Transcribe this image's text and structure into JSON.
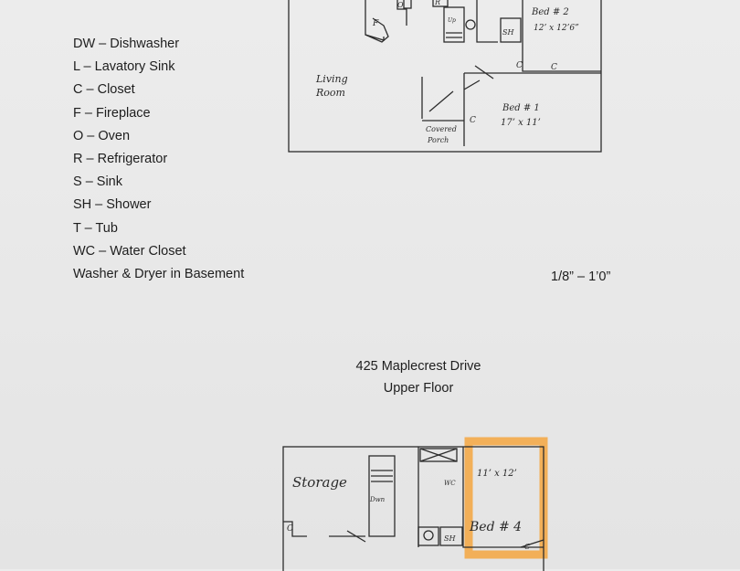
{
  "legend": [
    "DW – Dishwasher",
    "L – Lavatory Sink",
    "C – Closet",
    "F – Fireplace",
    "O – Oven",
    "R – Refrigerator",
    "S – Sink",
    "SH – Shower",
    "T – Tub",
    "WC – Water Closet",
    "Washer & Dryer in Basement"
  ],
  "scale": "1/8” – 1’0”",
  "address": "425 Maplecrest Drive",
  "floor_title": "Upper Floor",
  "main_floor_labels": {
    "living_room_1": "Living",
    "living_room_2": "Room",
    "bed2_name": "Bed # 2",
    "bed2_size": "12’ x 12’6”",
    "bed1_name": "Bed # 1",
    "bed1_size": "17’ x 11’",
    "porch_1": "Covered",
    "porch_2": "Porch",
    "fireplace": "F",
    "oven": "O",
    "refrigerator": "R",
    "shower": "SH",
    "closet": "C",
    "closet2": "C",
    "closet3": "C",
    "up": "Up"
  },
  "upper_floor_labels": {
    "storage": "Storage",
    "bed4_name": "Bed # 4",
    "bed4_size": "11’ x 12’",
    "wc": "WC",
    "shower": "SH",
    "closet": "C",
    "closet2": "C",
    "down": "Dwn"
  },
  "highlight_color": "#f4a640"
}
